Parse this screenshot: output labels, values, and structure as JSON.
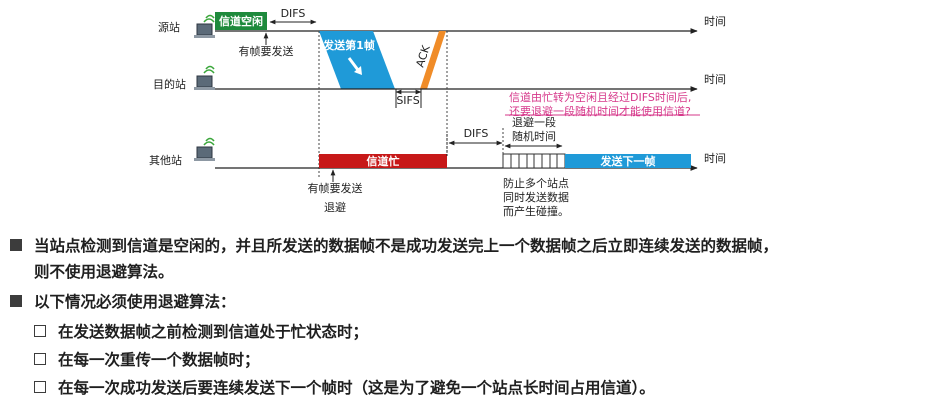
{
  "stations": {
    "source": "源站",
    "dest": "目的站",
    "other": "其他站",
    "time_label": "时间"
  },
  "source_line": {
    "idle_label": "信道空闲",
    "difs": "DIFS",
    "note": "有帧要发送"
  },
  "frame": {
    "label": "发送第1帧",
    "ack": "ACK",
    "sifs": "SIFS"
  },
  "other_line": {
    "busy": "信道忙",
    "difs": "DIFS",
    "backoff_label_1": "退避一段",
    "backoff_label_2": "随机时间",
    "send_next": "发送下一帧",
    "note_1": "有帧要发送",
    "note_2": "退避",
    "explain_1": "防止多个站点",
    "explain_2": "同时发送数据",
    "explain_3": "而产生碰撞。"
  },
  "annotation": {
    "line1": "信道由忙转为空闲且经过DIFS时间后,",
    "line2": "还要退避一段随机时间才能使用信道?"
  },
  "bullets": {
    "b1_line1": "当站点检测到信道是空闲的，并且所发送的数据帧不是成功发送完上一个数据帧之后立即连续发送的数据帧，",
    "b1_line2": "则不使用退避算法。",
    "b2": "以下情况必须使用退避算法：",
    "s1": "在发送数据帧之前检测到信道处于忙状态时；",
    "s2": "在每一次重传一个数据帧时；",
    "s3": "在每一次成功发送后要连续发送下一个帧时（这是为了避免一个站点长时间占用信道）。"
  },
  "colors": {
    "green": "#1e8a3c",
    "blue": "#1f9ad8",
    "red": "#c71818",
    "orange": "#f08c28",
    "magenta": "#d6378a"
  }
}
